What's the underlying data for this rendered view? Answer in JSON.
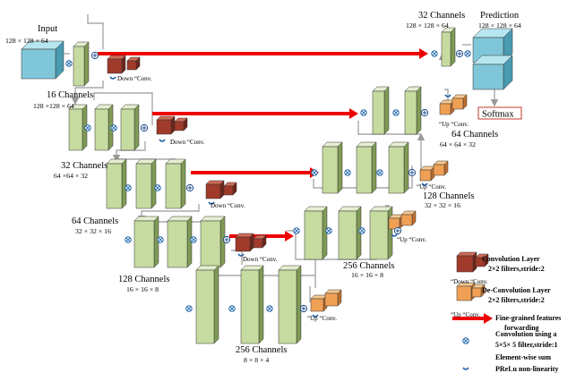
{
  "input": {
    "title": "Input",
    "dims": "128 × 128 × 64"
  },
  "stages": {
    "s1": {
      "title": "16 Channels",
      "dims": "128 ×128 × 64"
    },
    "s2": {
      "title": "32 Channels",
      "dims": "64 ×64 × 32"
    },
    "s3": {
      "title": "64 Channels",
      "dims": "32 × 32 × 16"
    },
    "s4": {
      "title": "128 Channels",
      "dims": "16 × 16 × 8"
    },
    "s5": {
      "title": "256 Channels",
      "dims": "8 × 8 × 4"
    },
    "u4": {
      "title": "256 Channels",
      "dims": "16 × 16 × 8"
    },
    "u3": {
      "title": "128 Channels",
      "dims": "32 × 32 × 16"
    },
    "u2": {
      "title": "64 Channels",
      "dims": "64 × 64 × 32"
    },
    "u1": {
      "title": "32 Channels",
      "dims": "128 × 128 × 64"
    }
  },
  "prediction": {
    "title": "Prediction",
    "dims": "128 × 128 × 64"
  },
  "softmax_label": "Softmax",
  "down_label": "Down “Conv.",
  "up_label": "“Up “Conv.",
  "legend": {
    "conv_title": "Convolution Layer",
    "conv_detail": "2×2 filters,stride:2",
    "conv_caption": "“Down “Conv.",
    "deconv_title": "De-Convolution Layer",
    "deconv_detail": "2×2 filters,stride:2",
    "deconv_caption": "“Up “Conv.",
    "forward_line1": "Fine-grained features",
    "forward_line2": "forwarding",
    "conv5_line1": "Convolution using a",
    "conv5_line2": "5×5× 5 filter,stride:1",
    "sum": "Element-wise sum",
    "prelu": "PReLu non-linearity"
  },
  "colors": {
    "block_front": "#c6dba0",
    "block_top": "#e4efcf",
    "block_side": "#7f9a55",
    "down_front": "#a03a2a",
    "down_top": "#cf6a55",
    "up_front": "#f0a055",
    "up_top": "#f8c890",
    "input_front": "#7fc6d8",
    "arrow_red": "#ee0000",
    "line_gray": "#a8a8a8",
    "sum_blue": "#2266aa"
  }
}
